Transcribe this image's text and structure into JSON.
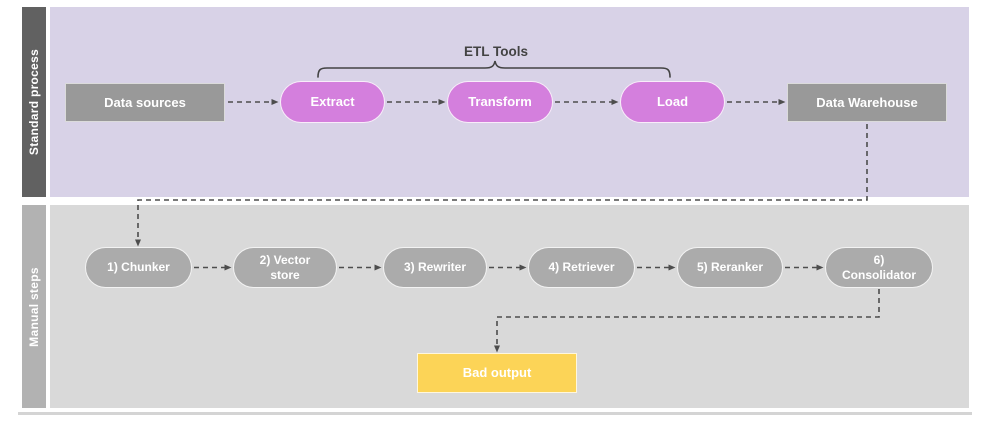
{
  "colors": {
    "lane_top_bg": "#d8d2e7",
    "lane_top_label_bg": "#616161",
    "lane_bottom_bg": "#d9d9d9",
    "lane_bottom_label_bg": "#b2b2b2",
    "process_box_fill": "#999999",
    "etl_pill_fill": "#d47fdd",
    "manual_pill_fill": "#ababab",
    "bad_output_fill": "#fcd457",
    "connector": "#4d4d4d",
    "shape_text": "#ffffff",
    "annotation_text": "#434343"
  },
  "lanes": {
    "standard": {
      "label": "Standard process"
    },
    "manual": {
      "label": "Manual steps"
    }
  },
  "annotation": {
    "etl_tools": "ETL Tools",
    "etl_tools_spans": [
      "Extract",
      "Transform",
      "Load"
    ]
  },
  "nodes": {
    "data_sources": {
      "label": "Data sources"
    },
    "extract": {
      "label": "Extract"
    },
    "transform": {
      "label": "Transform"
    },
    "load": {
      "label": "Load"
    },
    "data_warehouse": {
      "label": "Data Warehouse"
    },
    "chunker": {
      "label": "1) Chunker"
    },
    "vector_store": {
      "label": "2) Vector store"
    },
    "rewriter": {
      "label": "3) Rewriter"
    },
    "retriever": {
      "label": "4) Retriever"
    },
    "reranker": {
      "label": "5) Reranker"
    },
    "consolidator": {
      "label": "6) Consolidator"
    },
    "bad_output": {
      "label": "Bad output"
    }
  },
  "edges": [
    {
      "from": "Data sources",
      "to": "Extract"
    },
    {
      "from": "Extract",
      "to": "Transform"
    },
    {
      "from": "Transform",
      "to": "Load"
    },
    {
      "from": "Load",
      "to": "Data Warehouse"
    },
    {
      "from": "Data Warehouse",
      "to": "1) Chunker"
    },
    {
      "from": "1) Chunker",
      "to": "2) Vector store"
    },
    {
      "from": "2) Vector store",
      "to": "3) Rewriter"
    },
    {
      "from": "3) Rewriter",
      "to": "4) Retriever"
    },
    {
      "from": "4) Retriever",
      "to": "5) Reranker"
    },
    {
      "from": "5) Reranker",
      "to": "6) Consolidator"
    },
    {
      "from": "6) Consolidator",
      "to": "Bad output"
    }
  ]
}
